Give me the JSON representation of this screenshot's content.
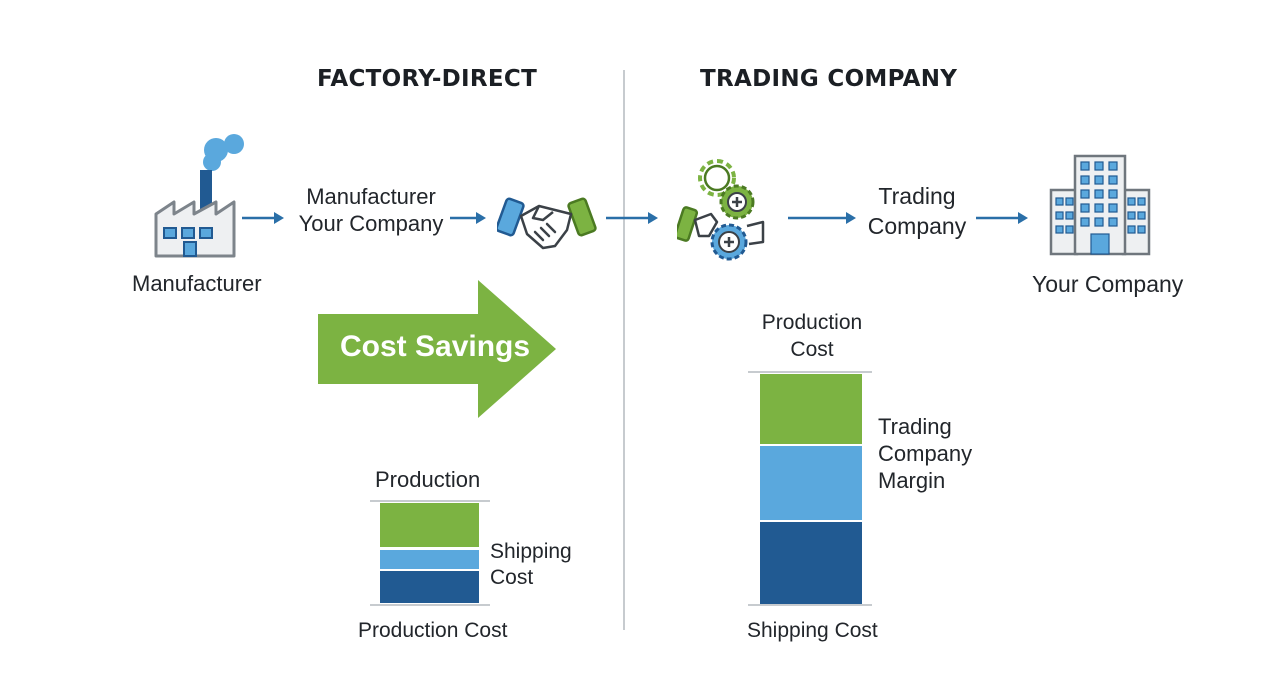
{
  "titles": {
    "left": "FACTORY-DIRECT",
    "right": "TRADING COMPANY"
  },
  "left_flow": {
    "manufacturer_label": "Manufacturer",
    "middle_line1": "Manufacturer",
    "middle_line2": "Your Company",
    "icons": [
      "factory-icon",
      "handshake-icon"
    ]
  },
  "right_flow": {
    "trading_line1": "Trading",
    "trading_line2": "Company",
    "your_company_label": "Your Company",
    "icons": [
      "gears-handshake-icon",
      "office-building-icon"
    ]
  },
  "savings": {
    "label": "Cost Savings"
  },
  "left_bar": {
    "top_label": "Production",
    "side_label_line1": "Shipping",
    "side_label_line2": "Cost",
    "bottom_label": "Production Cost"
  },
  "right_bar": {
    "top_label_line1": "Production",
    "top_label_line2": "Cost",
    "side_label_line1": "Trading",
    "side_label_line2": "Company",
    "side_label_line3": "Margin",
    "bottom_label": "Shipping Cost"
  },
  "colors": {
    "green": "#7cb342",
    "light_blue": "#5aa8dd",
    "dark_blue": "#215a92",
    "arrow_blue": "#2a6fa8",
    "icon_gray": "#8a9097"
  }
}
